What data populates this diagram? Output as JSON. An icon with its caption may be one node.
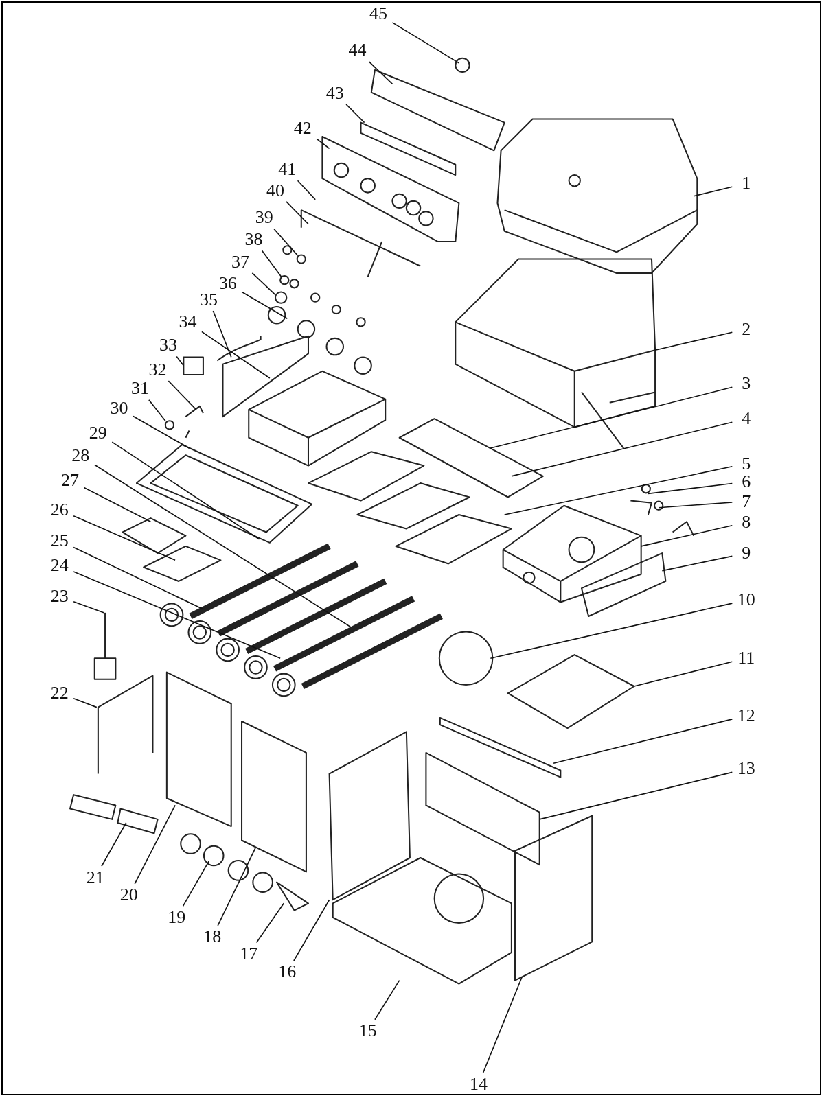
{
  "diagram": {
    "nodes": [
      {
        "text": [
          "1"
        ]
      },
      {
        "text": [
          "2"
        ]
      },
      {
        "text": [
          "3"
        ]
      },
      {
        "text": [
          "4"
        ]
      },
      {
        "text": [
          "5"
        ]
      },
      {
        "text": [
          "6"
        ]
      },
      {
        "text": [
          "7"
        ]
      },
      {
        "text": [
          "8"
        ]
      },
      {
        "text": [
          "9"
        ]
      },
      {
        "text": [
          "10"
        ]
      },
      {
        "text": [
          "11"
        ]
      },
      {
        "text": [
          "12"
        ]
      },
      {
        "text": [
          "13"
        ]
      },
      {
        "text": [
          "14"
        ]
      },
      {
        "text": [
          "15"
        ]
      },
      {
        "text": [
          "16"
        ]
      },
      {
        "text": [
          "17"
        ]
      },
      {
        "text": [
          "18"
        ]
      },
      {
        "text": [
          "19"
        ]
      },
      {
        "text": [
          "20"
        ]
      },
      {
        "text": [
          "21"
        ]
      },
      {
        "text": [
          "22"
        ]
      },
      {
        "text": [
          "23"
        ]
      },
      {
        "text": [
          "24"
        ]
      },
      {
        "text": [
          "25"
        ]
      },
      {
        "text": [
          "26"
        ]
      },
      {
        "text": [
          "27"
        ]
      },
      {
        "text": [
          "28"
        ]
      },
      {
        "text": [
          "29"
        ]
      },
      {
        "text": [
          "30"
        ]
      },
      {
        "text": [
          "31"
        ]
      },
      {
        "text": [
          "32"
        ]
      },
      {
        "text": [
          "33"
        ]
      },
      {
        "text": [
          "34"
        ]
      },
      {
        "text": [
          "35"
        ]
      },
      {
        "text": [
          "36"
        ]
      },
      {
        "text": [
          "37"
        ]
      },
      {
        "text": [
          "38"
        ]
      },
      {
        "text": [
          "39"
        ]
      },
      {
        "text": [
          "40"
        ]
      },
      {
        "text": [
          "41"
        ]
      },
      {
        "text": [
          "42"
        ]
      },
      {
        "text": [
          "43"
        ]
      },
      {
        "text": [
          "44"
        ]
      },
      {
        "text": [
          "45"
        ]
      }
    ],
    "edges": [
      {
        "from": 0,
        "to": null,
        "arrow": "none"
      },
      {
        "from": 1,
        "to": null,
        "arrow": "none"
      },
      {
        "from": 2,
        "to": null,
        "arrow": "none"
      },
      {
        "from": 3,
        "to": null,
        "arrow": "none"
      },
      {
        "from": 4,
        "to": null,
        "arrow": "none"
      },
      {
        "from": 5,
        "to": null,
        "arrow": "none"
      },
      {
        "from": 6,
        "to": null,
        "arrow": "none"
      },
      {
        "from": 7,
        "to": null,
        "arrow": "none"
      },
      {
        "from": 8,
        "to": null,
        "arrow": "none"
      },
      {
        "from": 9,
        "to": null,
        "arrow": "none"
      },
      {
        "from": 10,
        "to": null,
        "arrow": "none"
      },
      {
        "from": 11,
        "to": null,
        "arrow": "none"
      },
      {
        "from": 12,
        "to": null,
        "arrow": "none"
      },
      {
        "from": 13,
        "to": null,
        "arrow": "none"
      },
      {
        "from": 14,
        "to": null,
        "arrow": "none"
      },
      {
        "from": 15,
        "to": null,
        "arrow": "none"
      },
      {
        "from": 16,
        "to": null,
        "arrow": "none"
      },
      {
        "from": 17,
        "to": null,
        "arrow": "none"
      },
      {
        "from": 18,
        "to": null,
        "arrow": "none"
      },
      {
        "from": 19,
        "to": null,
        "arrow": "none"
      },
      {
        "from": 20,
        "to": null,
        "arrow": "none"
      },
      {
        "from": 21,
        "to": null,
        "arrow": "none"
      },
      {
        "from": 22,
        "to": null,
        "arrow": "none"
      },
      {
        "from": 23,
        "to": null,
        "arrow": "none"
      },
      {
        "from": 24,
        "to": null,
        "arrow": "none"
      },
      {
        "from": 25,
        "to": null,
        "arrow": "none"
      },
      {
        "from": 26,
        "to": null,
        "arrow": "none"
      },
      {
        "from": 27,
        "to": null,
        "arrow": "none"
      },
      {
        "from": 28,
        "to": null,
        "arrow": "none"
      },
      {
        "from": 29,
        "to": null,
        "arrow": "none"
      },
      {
        "from": 30,
        "to": null,
        "arrow": "none"
      },
      {
        "from": 31,
        "to": null,
        "arrow": "none"
      },
      {
        "from": 32,
        "to": null,
        "arrow": "none"
      },
      {
        "from": 33,
        "to": null,
        "arrow": "none"
      },
      {
        "from": 34,
        "to": null,
        "arrow": "none"
      },
      {
        "from": 35,
        "to": null,
        "arrow": "none"
      },
      {
        "from": 36,
        "to": null,
        "arrow": "none"
      },
      {
        "from": 37,
        "to": null,
        "arrow": "none"
      },
      {
        "from": 38,
        "to": null,
        "arrow": "none"
      },
      {
        "from": 39,
        "to": null,
        "arrow": "none"
      },
      {
        "from": 40,
        "to": null,
        "arrow": "none"
      },
      {
        "from": 41,
        "to": null,
        "arrow": "none"
      },
      {
        "from": 42,
        "to": null,
        "arrow": "none"
      },
      {
        "from": 43,
        "to": null,
        "arrow": "none"
      },
      {
        "from": 44,
        "to": null,
        "arrow": "none"
      }
    ]
  }
}
